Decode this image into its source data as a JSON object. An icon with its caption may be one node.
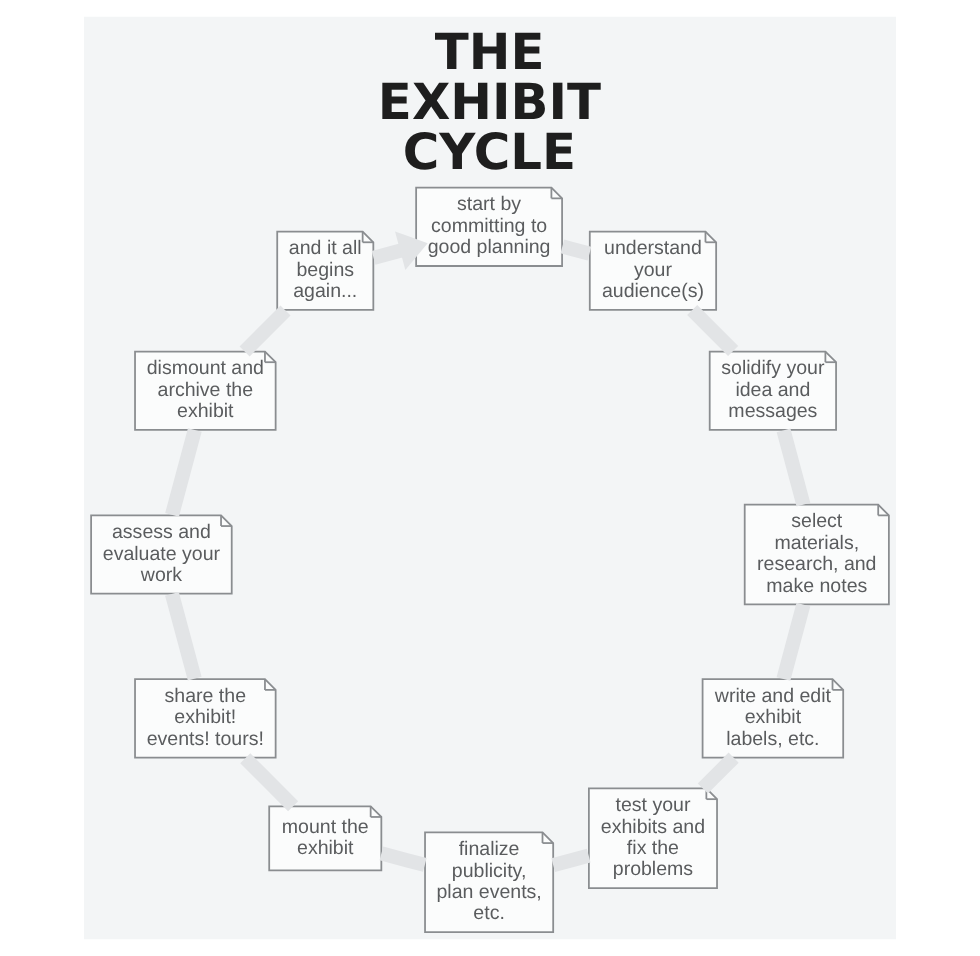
{
  "diagram": {
    "title": "THE EXHIBIT CYCLE",
    "nodes": [
      {
        "text": [
          "start by committing to good planning"
        ]
      },
      {
        "text": [
          "understand your audience(s)"
        ]
      },
      {
        "text": [
          "solidify your idea and messages"
        ]
      },
      {
        "text": [
          "select materials, research, and make notes"
        ]
      },
      {
        "text": [
          "write and edit exhibit labels, etc."
        ]
      },
      {
        "text": [
          "test your exhibits and fix the problems"
        ]
      },
      {
        "text": [
          "finalize publicity, plan events, etc."
        ]
      },
      {
        "text": [
          "mount the exhibit"
        ]
      },
      {
        "text": [
          "share the exhibit! events! tours!"
        ]
      },
      {
        "text": [
          "assess and evaluate your work"
        ]
      },
      {
        "text": [
          "dismount and archive the exhibit"
        ]
      },
      {
        "text": [
          "and it all begins again..."
        ]
      }
    ],
    "edges": [
      {
        "from": 0,
        "to": 1,
        "arrow": "none"
      },
      {
        "from": 1,
        "to": 2,
        "arrow": "none"
      },
      {
        "from": 2,
        "to": 3,
        "arrow": "none"
      },
      {
        "from": 3,
        "to": 4,
        "arrow": "none"
      },
      {
        "from": 4,
        "to": 5,
        "arrow": "none"
      },
      {
        "from": 5,
        "to": 6,
        "arrow": "none"
      },
      {
        "from": 6,
        "to": 7,
        "arrow": "none"
      },
      {
        "from": 7,
        "to": 8,
        "arrow": "none"
      },
      {
        "from": 8,
        "to": 9,
        "arrow": "none"
      },
      {
        "from": 9,
        "to": 10,
        "arrow": "none"
      },
      {
        "from": 10,
        "to": 11,
        "arrow": "none"
      },
      {
        "from": 11,
        "to": 0,
        "arrow": "to"
      }
    ]
  }
}
